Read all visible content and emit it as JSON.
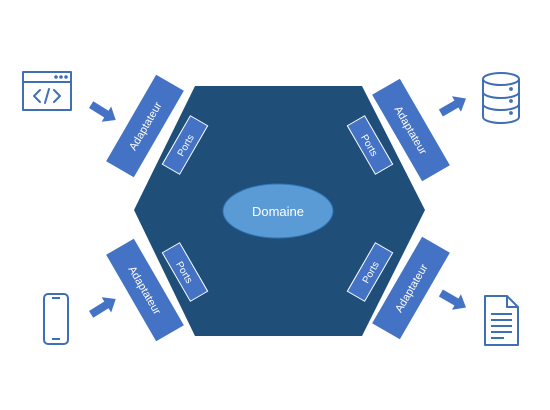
{
  "domain_label": "Domaine",
  "ports_label": "Ports",
  "adapter_label": "Adaptateur",
  "colors": {
    "hexagon": "#1f4e79",
    "domain_fill": "#5b9bd5",
    "band_fill": "#4472c4",
    "arrow": "#4472c4",
    "icon_stroke": "#3f6fb5",
    "text": "#ffffff"
  },
  "icons": {
    "top_left": "code-window-icon",
    "bottom_left": "smartphone-icon",
    "top_right": "database-icon",
    "bottom_right": "document-icon"
  }
}
